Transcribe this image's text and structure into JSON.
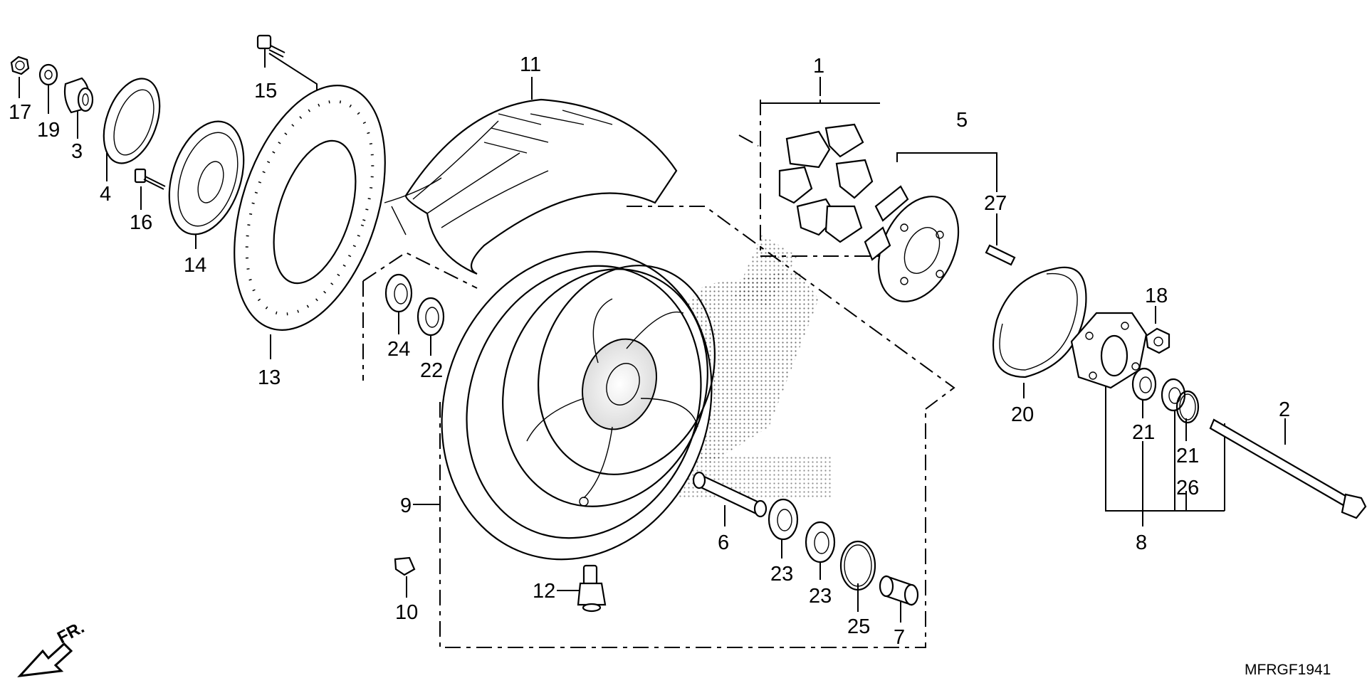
{
  "diagram": {
    "code": "MFRGF1941",
    "direction": "FR.",
    "labels": [
      "17",
      "19",
      "3",
      "4",
      "16",
      "14",
      "15",
      "13",
      "24",
      "22",
      "11",
      "9",
      "10",
      "12",
      "6",
      "23",
      "23",
      "25",
      "7",
      "1",
      "5",
      "27",
      "20",
      "18",
      "21",
      "21",
      "26",
      "8",
      "2"
    ]
  }
}
